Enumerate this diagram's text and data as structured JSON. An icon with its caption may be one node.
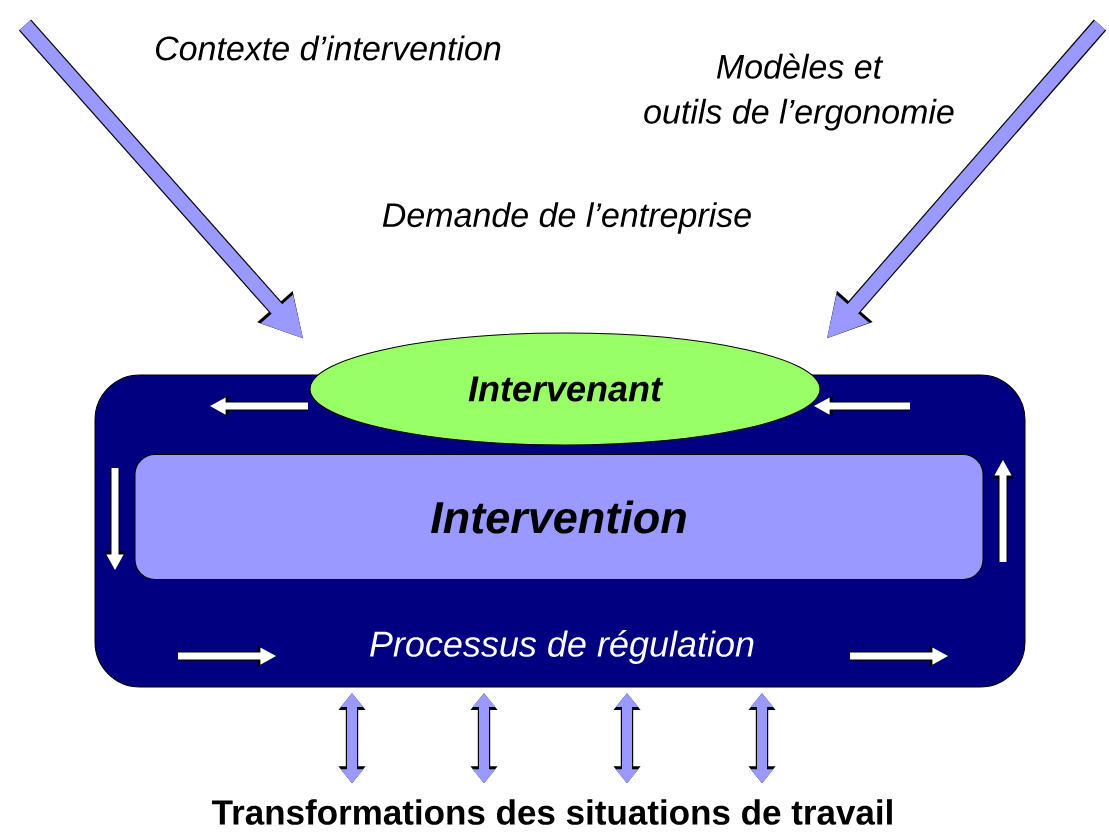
{
  "diagram": {
    "nodes": [
      {
        "text": [
          "Processus de régulation"
        ]
      },
      {
        "text": [
          "Intervenant"
        ]
      },
      {
        "text": [
          "Intervention"
        ],
        "in": 0
      },
      {
        "text": [
          "Transformations des situations de travail"
        ]
      }
    ],
    "edges": [
      {
        "from": null,
        "to": 1,
        "arrow": "to"
      },
      {
        "from": null,
        "to": 1,
        "arrow": "to"
      },
      {
        "from": 0,
        "to": 3,
        "arrow": "both"
      },
      {
        "from": 0,
        "to": 3,
        "arrow": "both"
      },
      {
        "from": 0,
        "to": 3,
        "arrow": "both"
      },
      {
        "from": 0,
        "to": 3,
        "arrow": "both"
      }
    ],
    "labels": [
      "Contexte d’intervention",
      "Modèles et outils de l’ergonomie",
      "Demande de l’entreprise"
    ]
  }
}
